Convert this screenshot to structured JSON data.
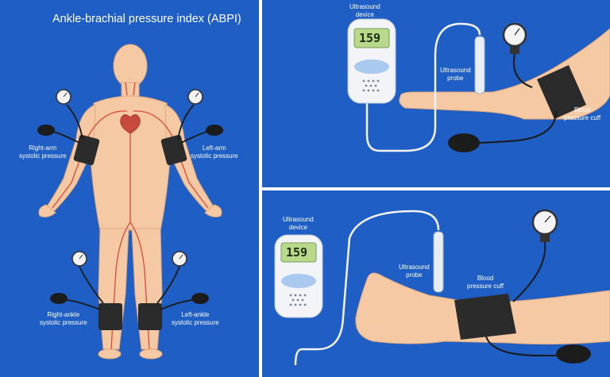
{
  "title": "Ankle-brachial pressure index (ABPI)",
  "left_panel": {
    "right_arm_label": [
      "Right-arm",
      "systolic pressure"
    ],
    "left_arm_label": [
      "Left-arm",
      "systolic pressure"
    ],
    "right_ankle_label": [
      "Right-ankle",
      "systolic pressure"
    ],
    "left_ankle_label": [
      "Left-ankle",
      "systolic pressure"
    ]
  },
  "top_right_panel": {
    "device_label": [
      "Ultrasound",
      "device"
    ],
    "probe_label": [
      "Ultrasound",
      "probe"
    ],
    "cuff_label": [
      "Blood",
      "pressure cuff"
    ],
    "device_reading": "159"
  },
  "bottom_right_panel": {
    "device_label": [
      "Ultrasound",
      "device"
    ],
    "probe_label": [
      "Ultrasound",
      "probe"
    ],
    "cuff_label": [
      "Blood",
      "pressure cuff"
    ],
    "device_reading": "159"
  },
  "colors": {
    "background": "#1f5ec4",
    "skin": "#f5c9a3",
    "cuff": "#2b2b2b",
    "device": "#f2f4f7",
    "screen": "#b8d98a"
  }
}
